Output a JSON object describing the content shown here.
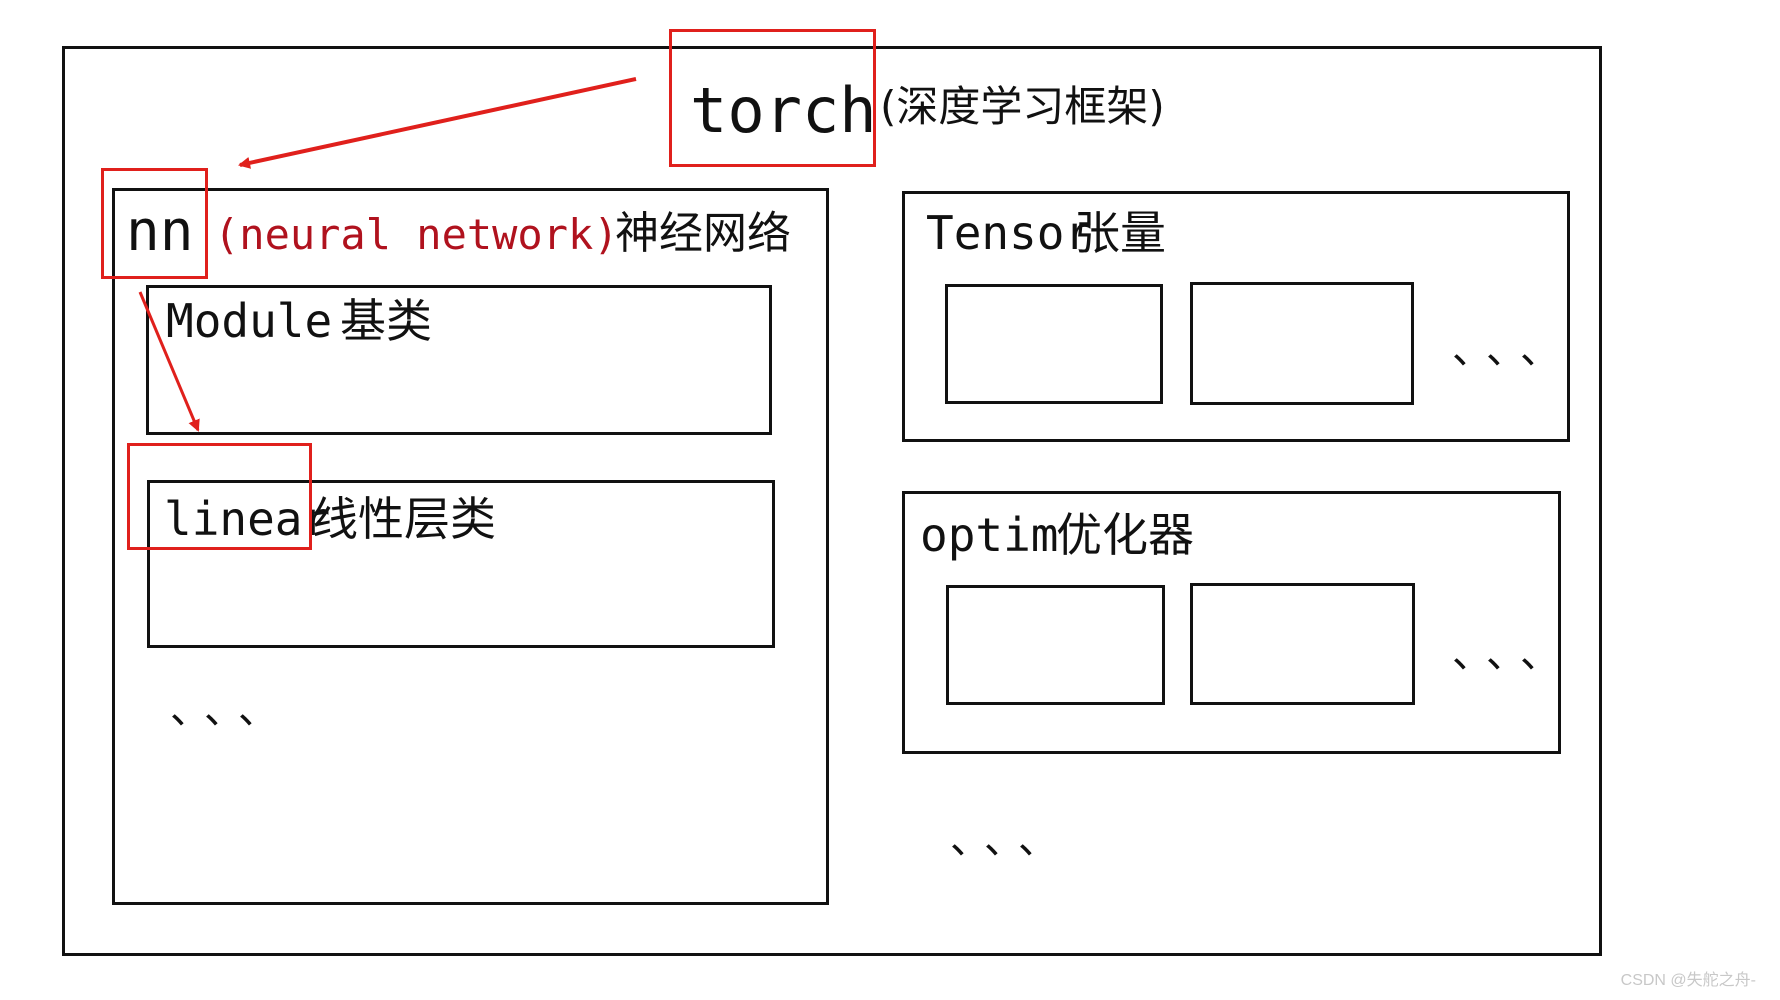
{
  "torch": {
    "name": "torch",
    "desc": "(深度学习框架)"
  },
  "nn": {
    "name": "nn",
    "expansion": "(neural network)",
    "desc": "神经网络"
  },
  "module": {
    "name": "Module",
    "desc": "基类"
  },
  "linear": {
    "name": "linear",
    "desc": "线性层类"
  },
  "tensor": {
    "name": "Tensor",
    "desc": "张量"
  },
  "optim": {
    "name": "optim",
    "desc": "优化器"
  },
  "ellipsis": {
    "nn": "、、、",
    "tensor": "、、、",
    "optim": "、、、",
    "outer": "、、、"
  },
  "watermark": "CSDN @失舵之舟-",
  "colors": {
    "outline": "#111111",
    "highlight": "#e0201c",
    "red_text": "#b0121e"
  }
}
